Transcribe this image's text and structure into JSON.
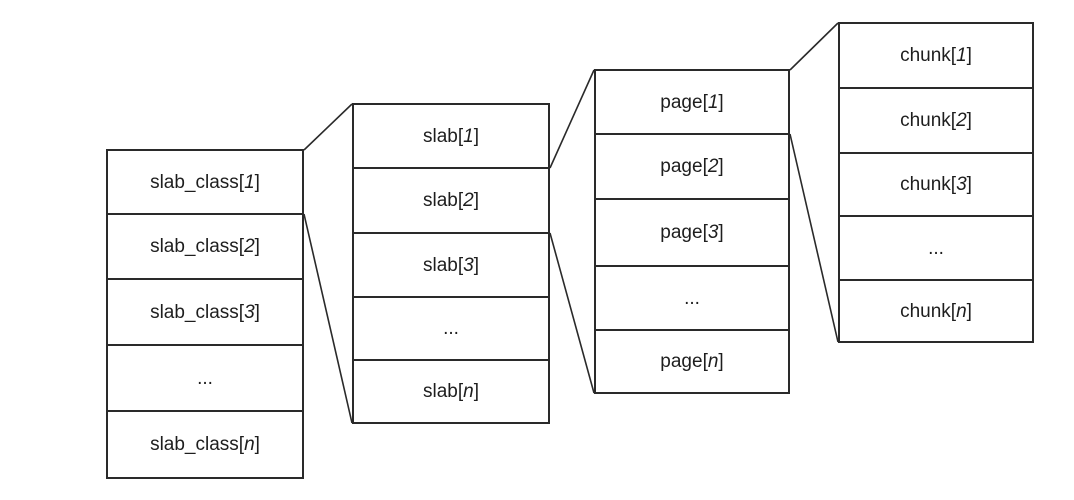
{
  "columns": [
    {
      "id": "slab-class",
      "cells": [
        {
          "prefix": "slab_class[",
          "index": "1",
          "suffix": "]"
        },
        {
          "prefix": "slab_class[",
          "index": "2",
          "suffix": "]"
        },
        {
          "prefix": "slab_class[",
          "index": "3",
          "suffix": "]"
        },
        {
          "prefix": "...",
          "index": "",
          "suffix": ""
        },
        {
          "prefix": "slab_class[",
          "index": "n",
          "suffix": "]"
        }
      ]
    },
    {
      "id": "slab",
      "cells": [
        {
          "prefix": "slab[",
          "index": "1",
          "suffix": "]"
        },
        {
          "prefix": "slab[",
          "index": "2",
          "suffix": "]"
        },
        {
          "prefix": "slab[",
          "index": "3",
          "suffix": "]"
        },
        {
          "prefix": "...",
          "index": "",
          "suffix": ""
        },
        {
          "prefix": "slab[",
          "index": "n",
          "suffix": "]"
        }
      ]
    },
    {
      "id": "page",
      "cells": [
        {
          "prefix": "page[",
          "index": "1",
          "suffix": "]"
        },
        {
          "prefix": "page[",
          "index": "2",
          "suffix": "]"
        },
        {
          "prefix": "page[",
          "index": "3",
          "suffix": "]"
        },
        {
          "prefix": "...",
          "index": "",
          "suffix": ""
        },
        {
          "prefix": "page[",
          "index": "n",
          "suffix": "]"
        }
      ]
    },
    {
      "id": "chunk",
      "cells": [
        {
          "prefix": "chunk[",
          "index": "1",
          "suffix": "]"
        },
        {
          "prefix": "chunk[",
          "index": "2",
          "suffix": "]"
        },
        {
          "prefix": "chunk[",
          "index": "3",
          "suffix": "]"
        },
        {
          "prefix": "...",
          "index": "",
          "suffix": ""
        },
        {
          "prefix": "chunk[",
          "index": "n",
          "suffix": "]"
        }
      ]
    }
  ]
}
